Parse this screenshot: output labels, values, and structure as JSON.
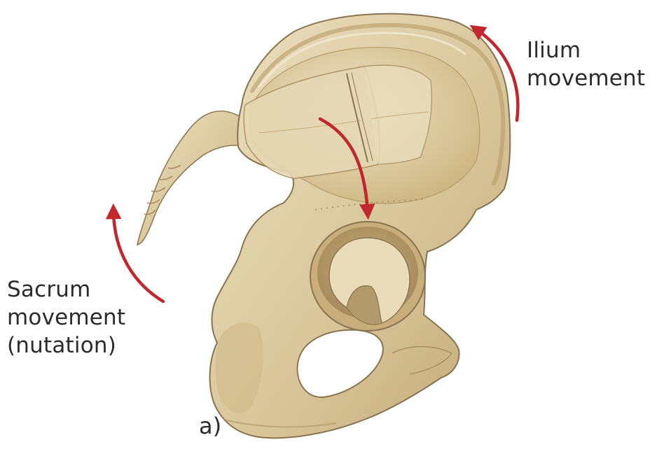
{
  "labels": {
    "ilium": {
      "line1": "Ilium",
      "line2": "movement"
    },
    "sacrum": {
      "line1": "Sacrum",
      "line2": "movement",
      "line3": "(nutation)"
    },
    "panel": "a)"
  },
  "colors": {
    "bone_fill": "#dccba0",
    "bone_shadow": "#b89d68",
    "bone_highlight": "#eee3c6",
    "bone_outline": "#8a7450",
    "arrow": "#c1272d",
    "text": "#2b2b2b",
    "background": "#ffffff"
  },
  "icons": {
    "ilium_arrow": "curved-arrow-up-left",
    "sacrum_arrow": "curved-arrow-up",
    "sacrum_nutation_arrow": "curved-arrow-down"
  }
}
